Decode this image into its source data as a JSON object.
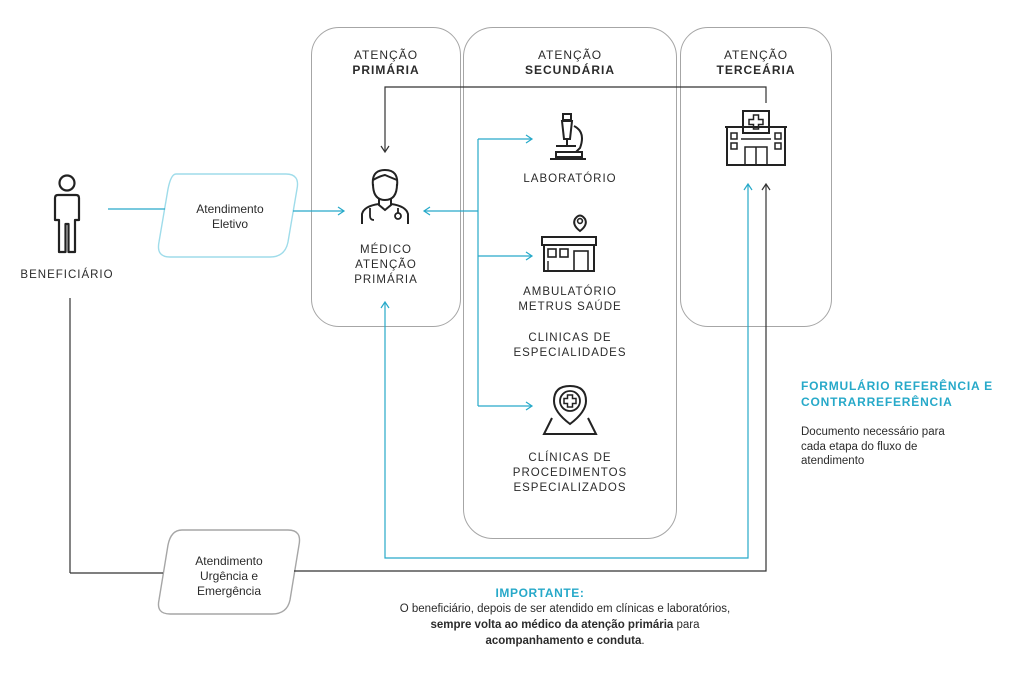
{
  "panels": {
    "primary": {
      "line1": "ATENÇÃO",
      "line2": "PRIMÁRIA"
    },
    "secondary": {
      "line1": "ATENÇÃO",
      "line2": "SECUNDÁRIA"
    },
    "tertiary": {
      "line1": "ATENÇÃO",
      "line2": "TERCEÁRIA"
    }
  },
  "beneficiary": {
    "label": "BENEFICIÁRIO"
  },
  "pills": {
    "elective": {
      "line1": "Atendimento",
      "line2": "Eletivo"
    },
    "urgency": {
      "line1": "Atendimento",
      "line2": "Urgência e",
      "line3": "Emergência"
    }
  },
  "primary_node": {
    "line1": "MÉDICO",
    "line2": "ATENÇÃO",
    "line3": "PRIMÁRIA"
  },
  "secondary_nodes": {
    "lab": {
      "line1": "LABORATÓRIO"
    },
    "ambulatory": {
      "line1": "AMBULATÓRIO",
      "line2": "METRUS SAÚDE"
    },
    "clinics": {
      "line1": "CLINICAS DE",
      "line2": "ESPECIALIDADES"
    },
    "procedures": {
      "line1": "CLÍNICAS DE",
      "line2": "PROCEDIMENTOS",
      "line3": "ESPECIALIZADOS"
    }
  },
  "form_note": {
    "title_line1": "FORMULÁRIO REFERÊNCIA E",
    "title_line2": "CONTRARREFERÊNCIA",
    "body_line1": "Documento necessário para",
    "body_line2": "cada etapa do fluxo de",
    "body_line3": "atendimento"
  },
  "important": {
    "title": "IMPORTANTE:",
    "part1": "O beneficiário, depois de ser atendido em clínicas e laboratórios,",
    "bold1": "sempre volta ao médico da atenção primária",
    "part2": "para",
    "bold2": "acompanhamento e conduta",
    "part3": "."
  },
  "colors": {
    "accent": "#27a9c9",
    "line": "#333333",
    "panel_border": "#a6a6a6"
  }
}
